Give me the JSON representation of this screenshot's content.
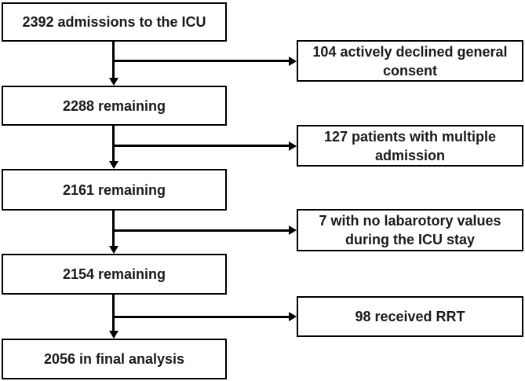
{
  "diagram": {
    "type": "flowchart",
    "description": "ICU admission cohort selection flow",
    "colors": {
      "box_border": "#000000",
      "box_fill": "#ffffff",
      "text": "#1a1a1a",
      "background": "#ffffff",
      "arrow": "#000000"
    },
    "main_flow": [
      {
        "label": "2392 admissions to the ICU",
        "value": 2392
      },
      {
        "label": "2288 remaining",
        "value": 2288
      },
      {
        "label": "2161 remaining",
        "value": 2161
      },
      {
        "label": "2154 remaining",
        "value": 2154
      },
      {
        "label": "2056 in final analysis",
        "value": 2056
      }
    ],
    "exclusions": [
      {
        "label": "104 actively declined general consent",
        "value": 104
      },
      {
        "label": "127 patients with multiple admission",
        "value": 127
      },
      {
        "label": "7 with no labarotory values during the ICU stay",
        "value": 7
      },
      {
        "label": "98 received RRT",
        "value": 98
      }
    ]
  }
}
